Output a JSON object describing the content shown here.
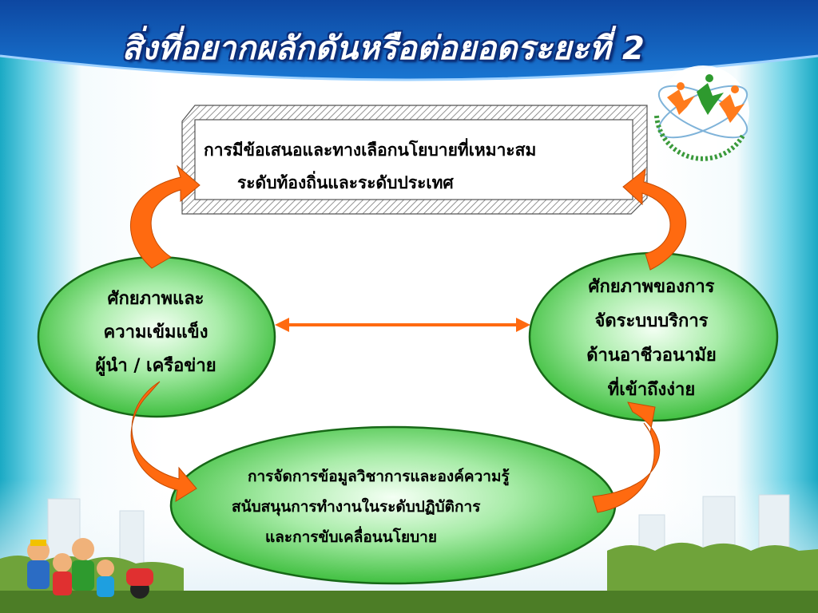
{
  "title": "สิ่งที่อยากผลักดันหรือต่อยอดระยะที่ 2",
  "top_box": {
    "line1": "การมีข้อเสนอและทางเลือกนโยบายที่เหมาะสม",
    "line2": "ระดับท้องถิ่นและระดับประเทศ"
  },
  "left_ellipse": {
    "line1": "ศักยภาพและ",
    "line2": "ความเข้มแข็ง",
    "line3": "ผู้นำ / เครือข่าย"
  },
  "right_ellipse": {
    "line1": "ศักยภาพของการ",
    "line2": "จัดระบบบริการ",
    "line3": "ด้านอาชีวอนามัย",
    "line4": "ที่เข้าถึงง่าย"
  },
  "bottom_ellipse": {
    "line1": "การจัดการข้อมูลวิชาการและองค์ความรู้",
    "line2": "สนับสนุนการทำงานในระดับปฏิบัติการ",
    "line3": "และการขับเคลื่อนนโยบาย"
  },
  "colors": {
    "banner_blue": "#1565c0",
    "ellipse_green": "#3cc43c",
    "arrow_orange": "#ff6a10",
    "city_green": "#6fa33a"
  }
}
